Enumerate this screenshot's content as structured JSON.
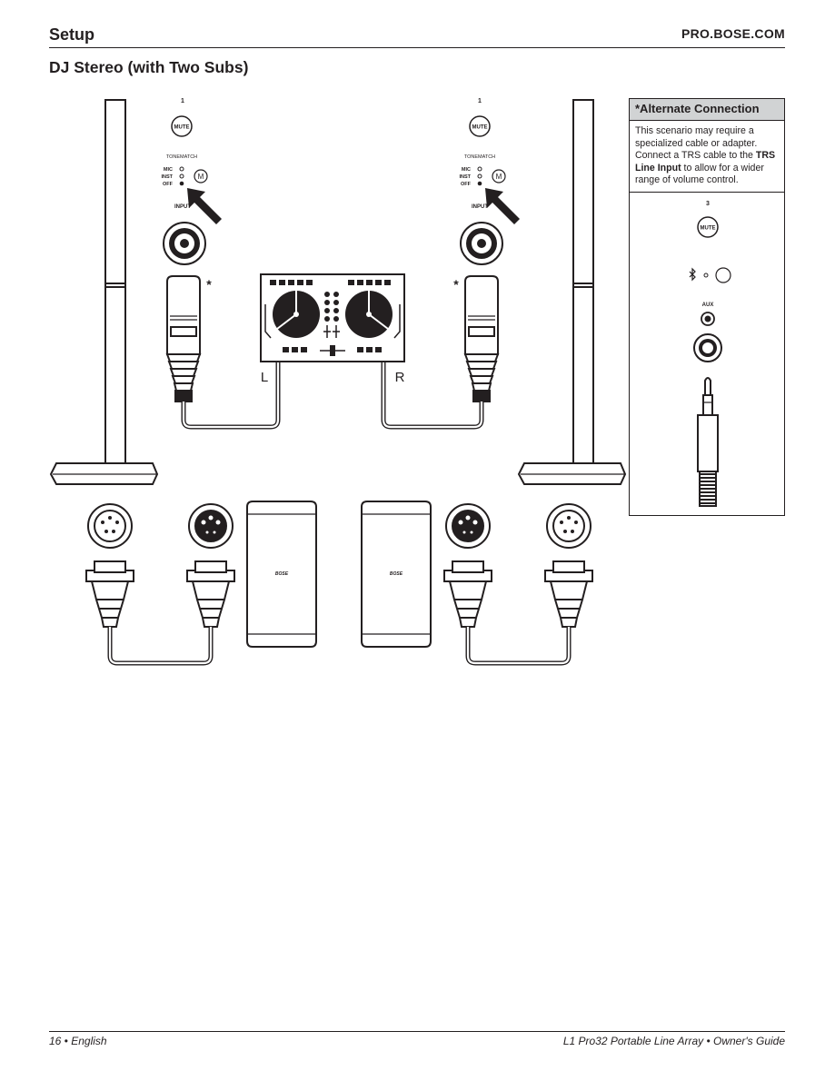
{
  "header": {
    "section": "Setup",
    "site": "PRO.BOSE.COM"
  },
  "title": "DJ Stereo (with Two Subs)",
  "channel_left": {
    "number": "1",
    "mute": "MUTE",
    "tonematch": "TONEMATCH",
    "mic": "MIC",
    "inst": "INST",
    "off": "OFF",
    "input": "INPUT",
    "asterisk": "*"
  },
  "channel_right": {
    "number": "1",
    "mute": "MUTE",
    "tonematch": "TONEMATCH",
    "mic": "MIC",
    "inst": "INST",
    "off": "OFF",
    "input": "INPUT",
    "asterisk": "*"
  },
  "mixer_labels": {
    "left": "L",
    "right": "R"
  },
  "subs": {
    "logo": "BOSE"
  },
  "alternate": {
    "heading": "*Alternate Connection",
    "text_before": "This scenario may require a specialized cable or adapter. Connect a TRS cable to the ",
    "text_bold": "TRS Line Input",
    "text_after": " to allow for a wider range of volume control.",
    "channel_number": "3",
    "mute": "MUTE",
    "aux": "AUX"
  },
  "footer": {
    "left": "16 • English",
    "right": "L1 Pro32 Portable Line Array • Owner's Guide"
  }
}
